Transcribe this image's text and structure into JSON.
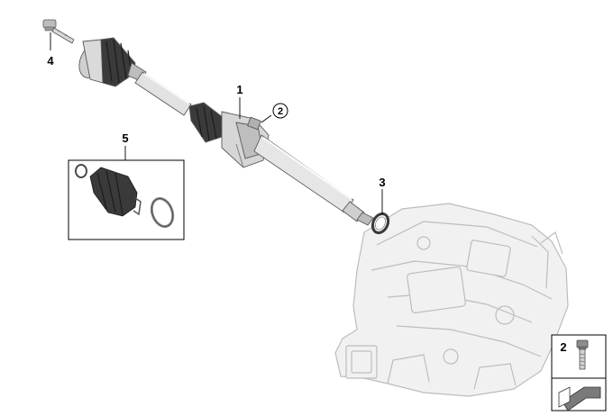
{
  "callouts": {
    "c1": "1",
    "c2": "2",
    "c3": "3",
    "c4": "4",
    "c5": "5",
    "legend_c2": "2"
  },
  "colors": {
    "line": "#000000",
    "part_light": "#e9e9e9",
    "part_mid": "#c9c9c9",
    "part_dark": "#6e6e6e",
    "boot_dark": "#3a3a3a",
    "transmission_fill": "#f1f1f1",
    "transmission_stroke": "#bdbdbd"
  }
}
